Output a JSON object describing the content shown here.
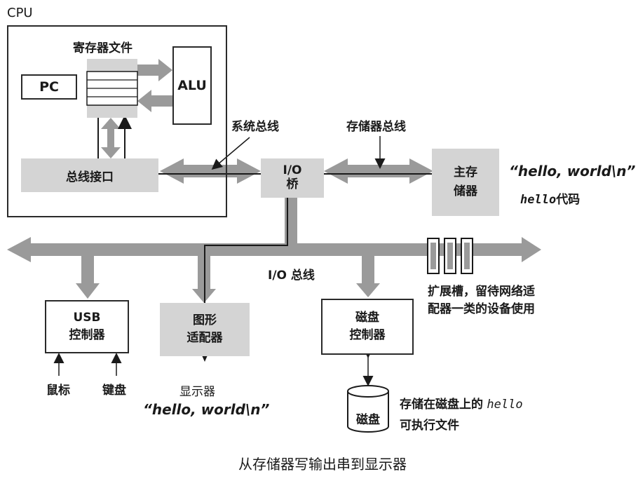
{
  "cpu_label": "CPU",
  "register_file_label": "寄存器文件",
  "pc_label": "PC",
  "alu_label": "ALU",
  "bus_interface_label": "总线接口",
  "system_bus_label": "系统总线",
  "memory_bus_label": "存储器总线",
  "io_bridge_label": "I/O\n桥",
  "main_memory_label": "主存\n储器",
  "hello_string_memory": "“hello, world\\n”",
  "hello_code_word": "hello",
  "hello_code_suffix": "代码",
  "io_bus_label": "I/O 总线",
  "expansion_slots_label": "扩展槽，留待网络适\n配器一类的设备使用",
  "usb_controller_label": "USB\n控制器",
  "graphics_adapter_label": "图形\n适配器",
  "disk_controller_label": "磁盘\n控制器",
  "mouse_label": "鼠标",
  "keyboard_label": "键盘",
  "display_label": "显示器",
  "hello_string_display": "“hello, world\\n”",
  "disk_label": "磁盘",
  "disk_note_prefix": "存储在磁盘上的",
  "disk_note_word": "hello",
  "disk_note_line2": "可执行文件",
  "caption": "从存储器写输出串到显示器",
  "colors": {
    "bus_gray": "#9a9a9a",
    "box_gray": "#d4d4d4",
    "line": "#1a1a1a"
  }
}
